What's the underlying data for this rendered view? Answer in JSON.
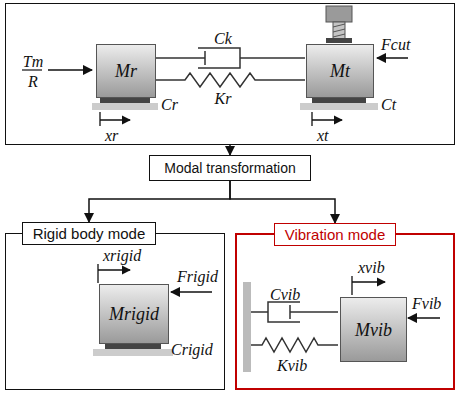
{
  "diagram": {
    "nodes": [
      {
        "text": [
          "Tm",
          "R",
          "Ck",
          "Kr",
          "Fcut",
          "xr",
          "xt",
          "Cr",
          "Ct"
        ]
      },
      {
        "text": [
          "Mr"
        ],
        "in": 0
      },
      {
        "text": [
          "Mt"
        ],
        "in": 0
      },
      {
        "text": [
          "Modal transformation"
        ]
      },
      {
        "text": [
          "Rigid body mode",
          "xrigid",
          "Frigid",
          "Crigid"
        ]
      },
      {
        "text": [
          "Mrigid"
        ],
        "in": 4
      },
      {
        "text": [
          "Vibration mode",
          "xvib",
          "Fvib",
          "Cvib",
          "Kvib"
        ]
      },
      {
        "text": [
          "Mvib"
        ],
        "in": 6
      }
    ],
    "edges": [
      {
        "from": 0,
        "to": 3,
        "arrow": "to"
      },
      {
        "from": 3,
        "to": 4,
        "arrow": "to"
      },
      {
        "from": 3,
        "to": 6,
        "arrow": "to"
      }
    ]
  }
}
